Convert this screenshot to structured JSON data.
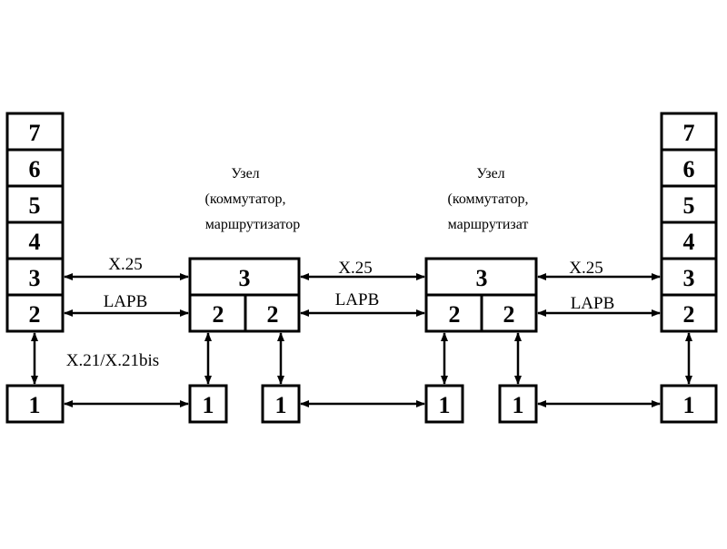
{
  "end_system_layers": [
    "7",
    "6",
    "5",
    "4",
    "3",
    "2"
  ],
  "physical_layer": "1",
  "node_layer3": "3",
  "node_layer2": "2",
  "nodes": [
    {
      "line1": "Узел",
      "line2": "(коммутатор,",
      "line3": "маршрутизатор"
    },
    {
      "line1": "Узел",
      "line2": "(коммутатор,",
      "line3": "маршрутизат"
    }
  ],
  "links": {
    "network": "X.25",
    "datalink": "LAPB",
    "physical": "X.21/X.21bis"
  },
  "colors": {
    "line": "#000000",
    "background": "#ffffff"
  }
}
